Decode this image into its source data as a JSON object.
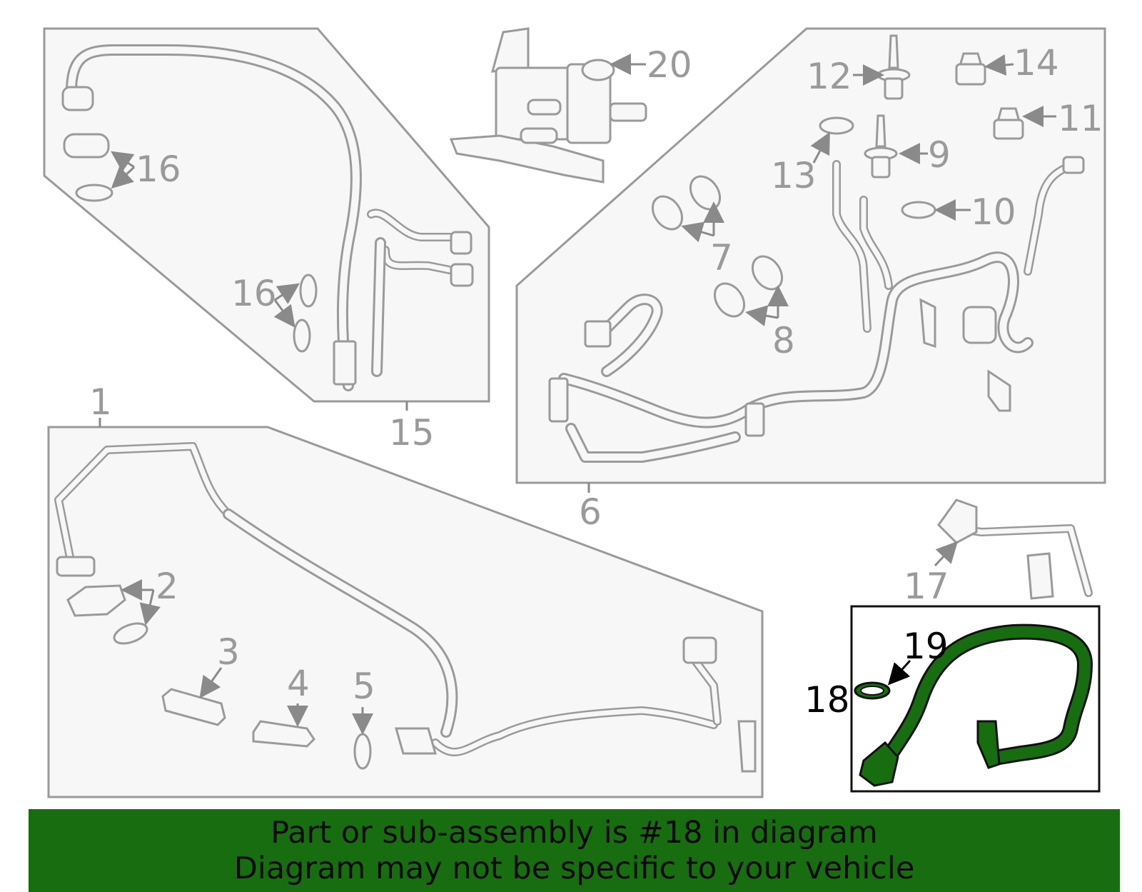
{
  "callouts": {
    "c1": "1",
    "c2": "2",
    "c3": "3",
    "c4": "4",
    "c5": "5",
    "c6": "6",
    "c7": "7",
    "c8": "8",
    "c9": "9",
    "c10": "10",
    "c11": "11",
    "c12": "12",
    "c13": "13",
    "c14": "14",
    "c15": "15",
    "c16a": "16",
    "c16b": "16",
    "c17": "17",
    "c18": "18",
    "c19": "19",
    "c20": "20"
  },
  "banner": {
    "line1": "Part or sub-assembly is #18 in diagram",
    "line2": "Diagram may not be specific to your vehicle"
  },
  "colors": {
    "highlight": "#176d10",
    "lineart": "#9a9a9a",
    "panel": "#f7f7f7"
  }
}
